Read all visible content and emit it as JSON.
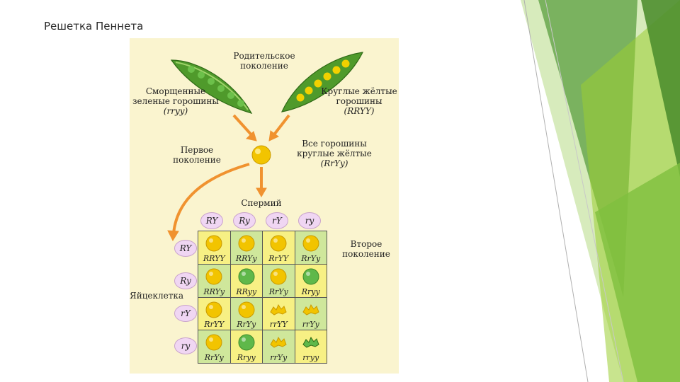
{
  "slide": {
    "title": "Решетка Пеннета"
  },
  "figure": {
    "parents_heading": [
      "Родительское",
      "поколение"
    ],
    "parent_left": {
      "lines": [
        "Сморщенные",
        "зеленые горошины"
      ],
      "genotype": "(rryy)"
    },
    "parent_right": {
      "lines": [
        "Круглые жёлтые",
        "горошины"
      ],
      "genotype": "(RRYY)"
    },
    "f1_label": [
      "Первое",
      "поколение"
    ],
    "f1_desc": {
      "lines": [
        "Все горошины",
        "круглые жёлтые"
      ],
      "genotype": "(RrYy)"
    },
    "sperm_label": "Спермий",
    "egg_label": "Яйцеклетка",
    "f2_label": [
      "Второе",
      "поколение"
    ],
    "sperm_gametes": [
      "RY",
      "Ry",
      "rY",
      "ry"
    ],
    "egg_gametes": [
      "RY",
      "Ry",
      "rY",
      "ry"
    ],
    "punnett": [
      [
        {
          "g": "RRYY",
          "pea": "round-yellow"
        },
        {
          "g": "RRYy",
          "pea": "round-yellow"
        },
        {
          "g": "RrYY",
          "pea": "round-yellow"
        },
        {
          "g": "RrYy",
          "pea": "round-yellow"
        }
      ],
      [
        {
          "g": "RRYy",
          "pea": "round-yellow"
        },
        {
          "g": "RRyy",
          "pea": "round-green"
        },
        {
          "g": "RrYy",
          "pea": "round-yellow"
        },
        {
          "g": "Rryy",
          "pea": "round-green"
        }
      ],
      [
        {
          "g": "RrYY",
          "pea": "round-yellow"
        },
        {
          "g": "RrYy",
          "pea": "round-yellow"
        },
        {
          "g": "rrYY",
          "pea": "wrinkled-yellow"
        },
        {
          "g": "rrYy",
          "pea": "wrinkled-yellow"
        }
      ],
      [
        {
          "g": "RrYy",
          "pea": "round-yellow"
        },
        {
          "g": "Rryy",
          "pea": "round-green"
        },
        {
          "g": "rrYy",
          "pea": "wrinkled-yellow"
        },
        {
          "g": "rryy",
          "pea": "wrinkled-green"
        }
      ]
    ],
    "colors": {
      "pea_yellow": "#f2c400",
      "pea_green": "#5fb84a",
      "arrow": "#f0922f",
      "grid_yellow": "#f7f084",
      "grid_green": "#cfe79b"
    }
  }
}
